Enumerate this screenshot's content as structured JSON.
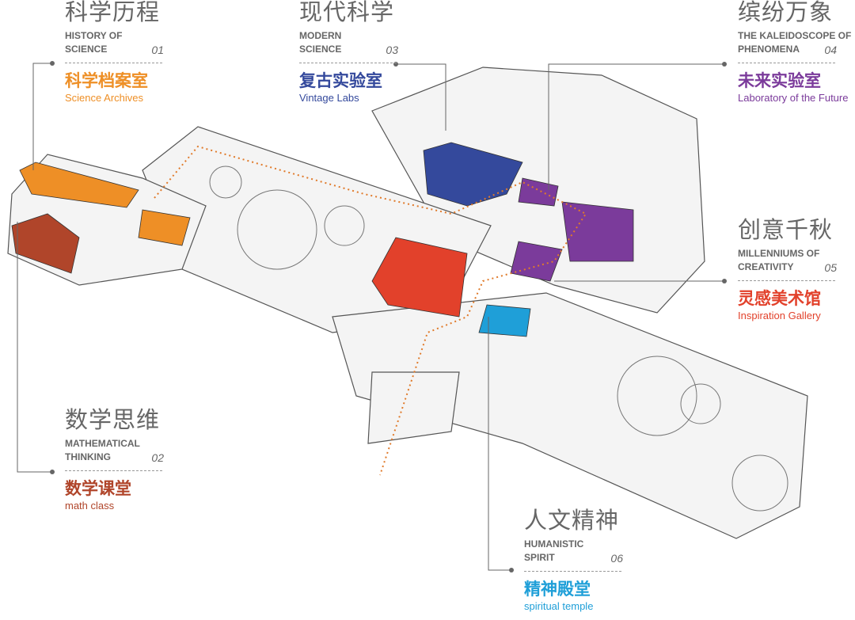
{
  "colors": {
    "archives": "#ee8f26",
    "math": "#b0452a",
    "vintage": "#34499c",
    "future": "#7b3b9b",
    "gallery": "#e2412b",
    "temple": "#1f9fd8",
    "route": "#e07a2a"
  },
  "sections": [
    {
      "num": "01",
      "title_cn": "科学历程",
      "title_en": "HISTORY OF\nSCIENCE",
      "room_cn": "科学档案室",
      "room_en": "Science Archives"
    },
    {
      "num": "02",
      "title_cn": "数学思维",
      "title_en": "MATHEMATICAL\nTHINKING",
      "room_cn": "数学课堂",
      "room_en": "math class"
    },
    {
      "num": "03",
      "title_cn": "现代科学",
      "title_en": "MODERN\nSCIENCE",
      "room_cn": "复古实验室",
      "room_en": "Vintage Labs"
    },
    {
      "num": "04",
      "title_cn": "缤纷万象",
      "title_en": "THE KALEIDOSCOPE OF\nPHENOMENA",
      "room_cn": "未来实验室",
      "room_en": "Laboratory of the Future"
    },
    {
      "num": "05",
      "title_cn": "创意千秋",
      "title_en": "MILLENNIUMS OF\nCREATIVITY",
      "room_cn": "灵感美术馆",
      "room_en": "Inspiration Gallery"
    },
    {
      "num": "06",
      "title_cn": "人文精神",
      "title_en": "HUMANISTIC\nSPIRIT",
      "room_cn": "精神殿堂",
      "room_en": "spiritual temple"
    }
  ]
}
